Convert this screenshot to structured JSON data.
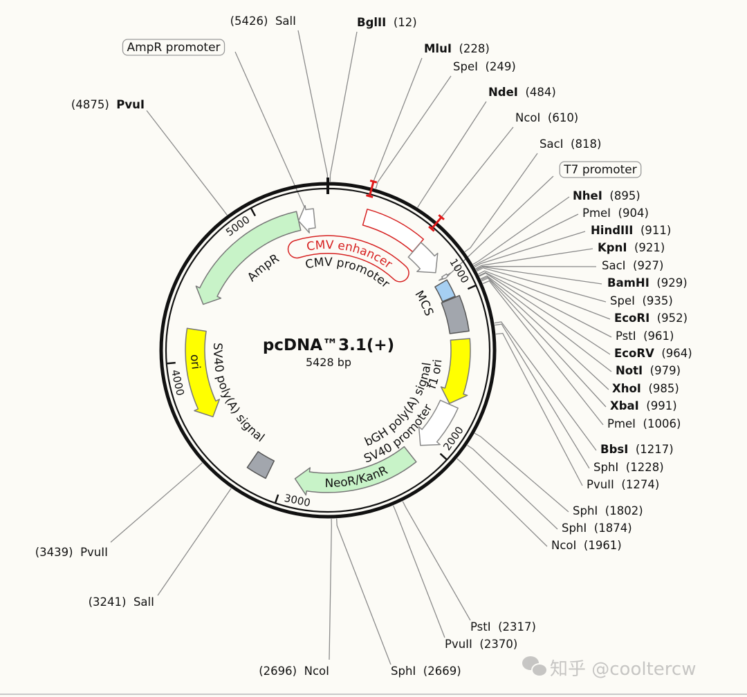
{
  "plasmid": {
    "name": "pcDNA™3.1(+)",
    "size_label": "5428 bp",
    "length_bp": 5428
  },
  "ticks": [
    "1000",
    "2000",
    "3000",
    "4000",
    "5000"
  ],
  "features": [
    {
      "name": "CMV enhancer",
      "start": 235,
      "end": 614,
      "direction": 0,
      "color": "#ffffff",
      "stroke": "#d62020"
    },
    {
      "name": "CMV promoter",
      "start": 615,
      "end": 818,
      "direction": 1,
      "color": "#ffffff",
      "stroke": "#888888"
    },
    {
      "name": "T7 promoter",
      "start": 863,
      "end": 882,
      "direction": 1,
      "color": "#ffffff",
      "stroke": "#888888"
    },
    {
      "name": "MCS",
      "start": 895,
      "end": 1010,
      "direction": 0,
      "color": "#a6cff2",
      "stroke": "#555555"
    },
    {
      "name": "bGH poly(A) signal",
      "start": 1016,
      "end": 1240,
      "direction": 0,
      "color": "#a2a6ad",
      "stroke": "#555555"
    },
    {
      "name": "f1 ori",
      "start": 1286,
      "end": 1714,
      "direction": 1,
      "color": "#ffff00",
      "stroke": "#777777"
    },
    {
      "name": "SV40 promoter",
      "start": 1719,
      "end": 2048,
      "direction": 1,
      "color": "#ffffff",
      "stroke": "#888888"
    },
    {
      "name": "NeoR/KanR",
      "start": 2136,
      "end": 2930,
      "direction": 1,
      "color": "#c8f3c8",
      "stroke": "#777777"
    },
    {
      "name": "SV40 poly(A) signal",
      "start": 3104,
      "end": 3234,
      "direction": 0,
      "color": "#a2a6ad",
      "stroke": "#555555"
    },
    {
      "name": "ori",
      "start": 3617,
      "end": 4205,
      "direction": -1,
      "color": "#ffff00",
      "stroke": "#777777"
    },
    {
      "name": "AmpR",
      "start": 4376,
      "end": 5236,
      "direction": -1,
      "color": "#c8f3c8",
      "stroke": "#777777"
    },
    {
      "name": "AmpR promoter",
      "start": 5236,
      "end": 5340,
      "direction": -1,
      "color": "#ffffff",
      "stroke": "#888888"
    }
  ],
  "sites": [
    {
      "name": "SalI",
      "pos": 5426,
      "bold": false
    },
    {
      "name": "BglII",
      "pos": 12,
      "bold": true
    },
    {
      "name": "MluI",
      "pos": 228,
      "bold": true,
      "highlight": true
    },
    {
      "name": "SpeI",
      "pos": 249,
      "bold": false
    },
    {
      "name": "NdeI",
      "pos": 484,
      "bold": true
    },
    {
      "name": "NcoI",
      "pos": 610,
      "bold": false,
      "highlight": true
    },
    {
      "name": "SacI",
      "pos": 818,
      "bold": false
    },
    {
      "name": "NheI",
      "pos": 895,
      "bold": true
    },
    {
      "name": "PmeI",
      "pos": 904,
      "bold": false
    },
    {
      "name": "HindIII",
      "pos": 911,
      "bold": true
    },
    {
      "name": "KpnI",
      "pos": 921,
      "bold": true
    },
    {
      "name": "SacI",
      "pos": 927,
      "bold": false
    },
    {
      "name": "BamHI",
      "pos": 929,
      "bold": true
    },
    {
      "name": "SpeI",
      "pos": 935,
      "bold": false
    },
    {
      "name": "EcoRI",
      "pos": 952,
      "bold": true
    },
    {
      "name": "PstI",
      "pos": 961,
      "bold": false
    },
    {
      "name": "EcoRV",
      "pos": 964,
      "bold": true
    },
    {
      "name": "NotI",
      "pos": 979,
      "bold": true
    },
    {
      "name": "XhoI",
      "pos": 985,
      "bold": true
    },
    {
      "name": "XbaI",
      "pos": 991,
      "bold": true
    },
    {
      "name": "PmeI",
      "pos": 1006,
      "bold": false
    },
    {
      "name": "BbsI",
      "pos": 1217,
      "bold": true
    },
    {
      "name": "SphI",
      "pos": 1228,
      "bold": false
    },
    {
      "name": "PvuII",
      "pos": 1274,
      "bold": false
    },
    {
      "name": "SphI",
      "pos": 1802,
      "bold": false
    },
    {
      "name": "SphI",
      "pos": 1874,
      "bold": false
    },
    {
      "name": "NcoI",
      "pos": 1961,
      "bold": false
    },
    {
      "name": "PstI",
      "pos": 2317,
      "bold": false
    },
    {
      "name": "PvuII",
      "pos": 2370,
      "bold": false
    },
    {
      "name": "SphI",
      "pos": 2669,
      "bold": false
    },
    {
      "name": "NcoI",
      "pos": 2696,
      "bold": false
    },
    {
      "name": "SalI",
      "pos": 3241,
      "bold": false
    },
    {
      "name": "PvuII",
      "pos": 3439,
      "bold": false
    },
    {
      "name": "PvuI",
      "pos": 4875,
      "bold": true
    }
  ],
  "watermark": "知乎 @cooltercw"
}
